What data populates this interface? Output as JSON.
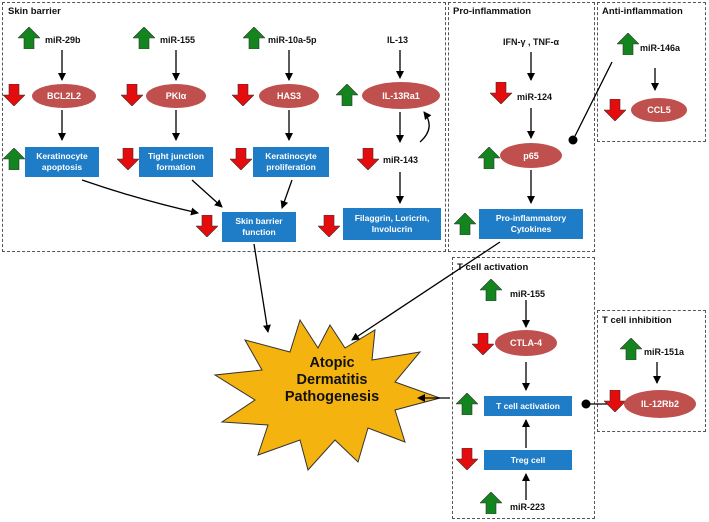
{
  "colors": {
    "up": "#13841e",
    "down": "#e40c0c",
    "oval": "#c0504d",
    "box": "#1f7cc6",
    "star": "#f4b30f"
  },
  "panels": {
    "skin_barrier": "Skin barrier",
    "pro_inflammation": "Pro-inflammation",
    "anti_inflammation": "Anti-inflammation",
    "t_cell_activation": "T cell activation",
    "t_cell_inhibition": "T cell inhibition"
  },
  "skin": {
    "mir29b": "miR-29b",
    "bcl2l2": "BCL2L2",
    "ker_apoptosis": "Keratinocyte apoptosis",
    "mir155": "miR-155",
    "pkla": "PKlα",
    "tight_junction": "Tight junction formation",
    "mir10a": "miR-10a-5p",
    "has3": "HAS3",
    "ker_prolif": "Keratinocyte proliferation",
    "il13": "IL-13",
    "il13ra1": "IL-13Ra1",
    "mir143": "miR-143",
    "filaggrin": "Filaggrin, Loricrin, Involucrin",
    "skin_barrier_function": "Skin barrier function"
  },
  "pro": {
    "ifn": "IFN-γ , TNF-α",
    "mir124": "miR-124",
    "p65": "p65",
    "cytokines": "Pro-inflammatory Cytokines"
  },
  "anti": {
    "mir146a": "miR-146a",
    "ccl5": "CCL5"
  },
  "tact": {
    "mir155": "miR-155",
    "ctla4": "CTLA-4",
    "tcell_activation": "T cell activation",
    "treg": "Treg cell",
    "mir223": "miR-223"
  },
  "tinh": {
    "mir151a": "miR-151a",
    "il12rb2": "IL-12Rb2"
  },
  "center": {
    "line1": "Atopic",
    "line2": "Dermatitis",
    "line3": "Pathogenesis"
  }
}
